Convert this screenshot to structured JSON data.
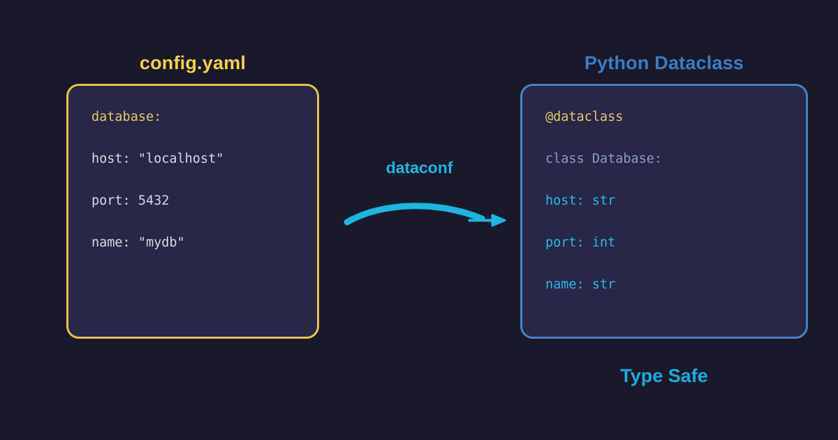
{
  "background_color": "#1a182b",
  "left_panel": {
    "title": "config.yaml",
    "title_color": "#f3d248",
    "border_color": "#e8c247",
    "card_color": "#282747",
    "lines": [
      {
        "text": "database:",
        "indent": 0,
        "style": "key"
      },
      {
        "text": "host: \"localhost\"",
        "indent": 1,
        "style": "plain"
      },
      {
        "text": "port: 5432",
        "indent": 1,
        "style": "plain"
      },
      {
        "text": "name: \"mydb\"",
        "indent": 1,
        "style": "plain"
      }
    ]
  },
  "right_panel": {
    "title": "Python Dataclass",
    "title_color": "#3b7cc4",
    "border_color": "#4583c4",
    "card_color": "#282747",
    "lines": [
      {
        "text": "@dataclass",
        "indent": 0,
        "style": "decorator"
      },
      {
        "text": "class Database:",
        "indent": 0,
        "style": "classdef"
      },
      {
        "text": "host: str",
        "indent": 2,
        "style": "field"
      },
      {
        "text": "port: int",
        "indent": 2,
        "style": "field"
      },
      {
        "text": "name: str",
        "indent": 2,
        "style": "field"
      }
    ]
  },
  "connector": {
    "label": "dataconf",
    "label_color": "#17b9e0",
    "arrow_color": "#17b9e0",
    "icon": "curved-arrow-right-icon",
    "direction": "left-to-right"
  },
  "footer": {
    "caption": "Type Safe",
    "caption_color": "#17b0dc"
  }
}
